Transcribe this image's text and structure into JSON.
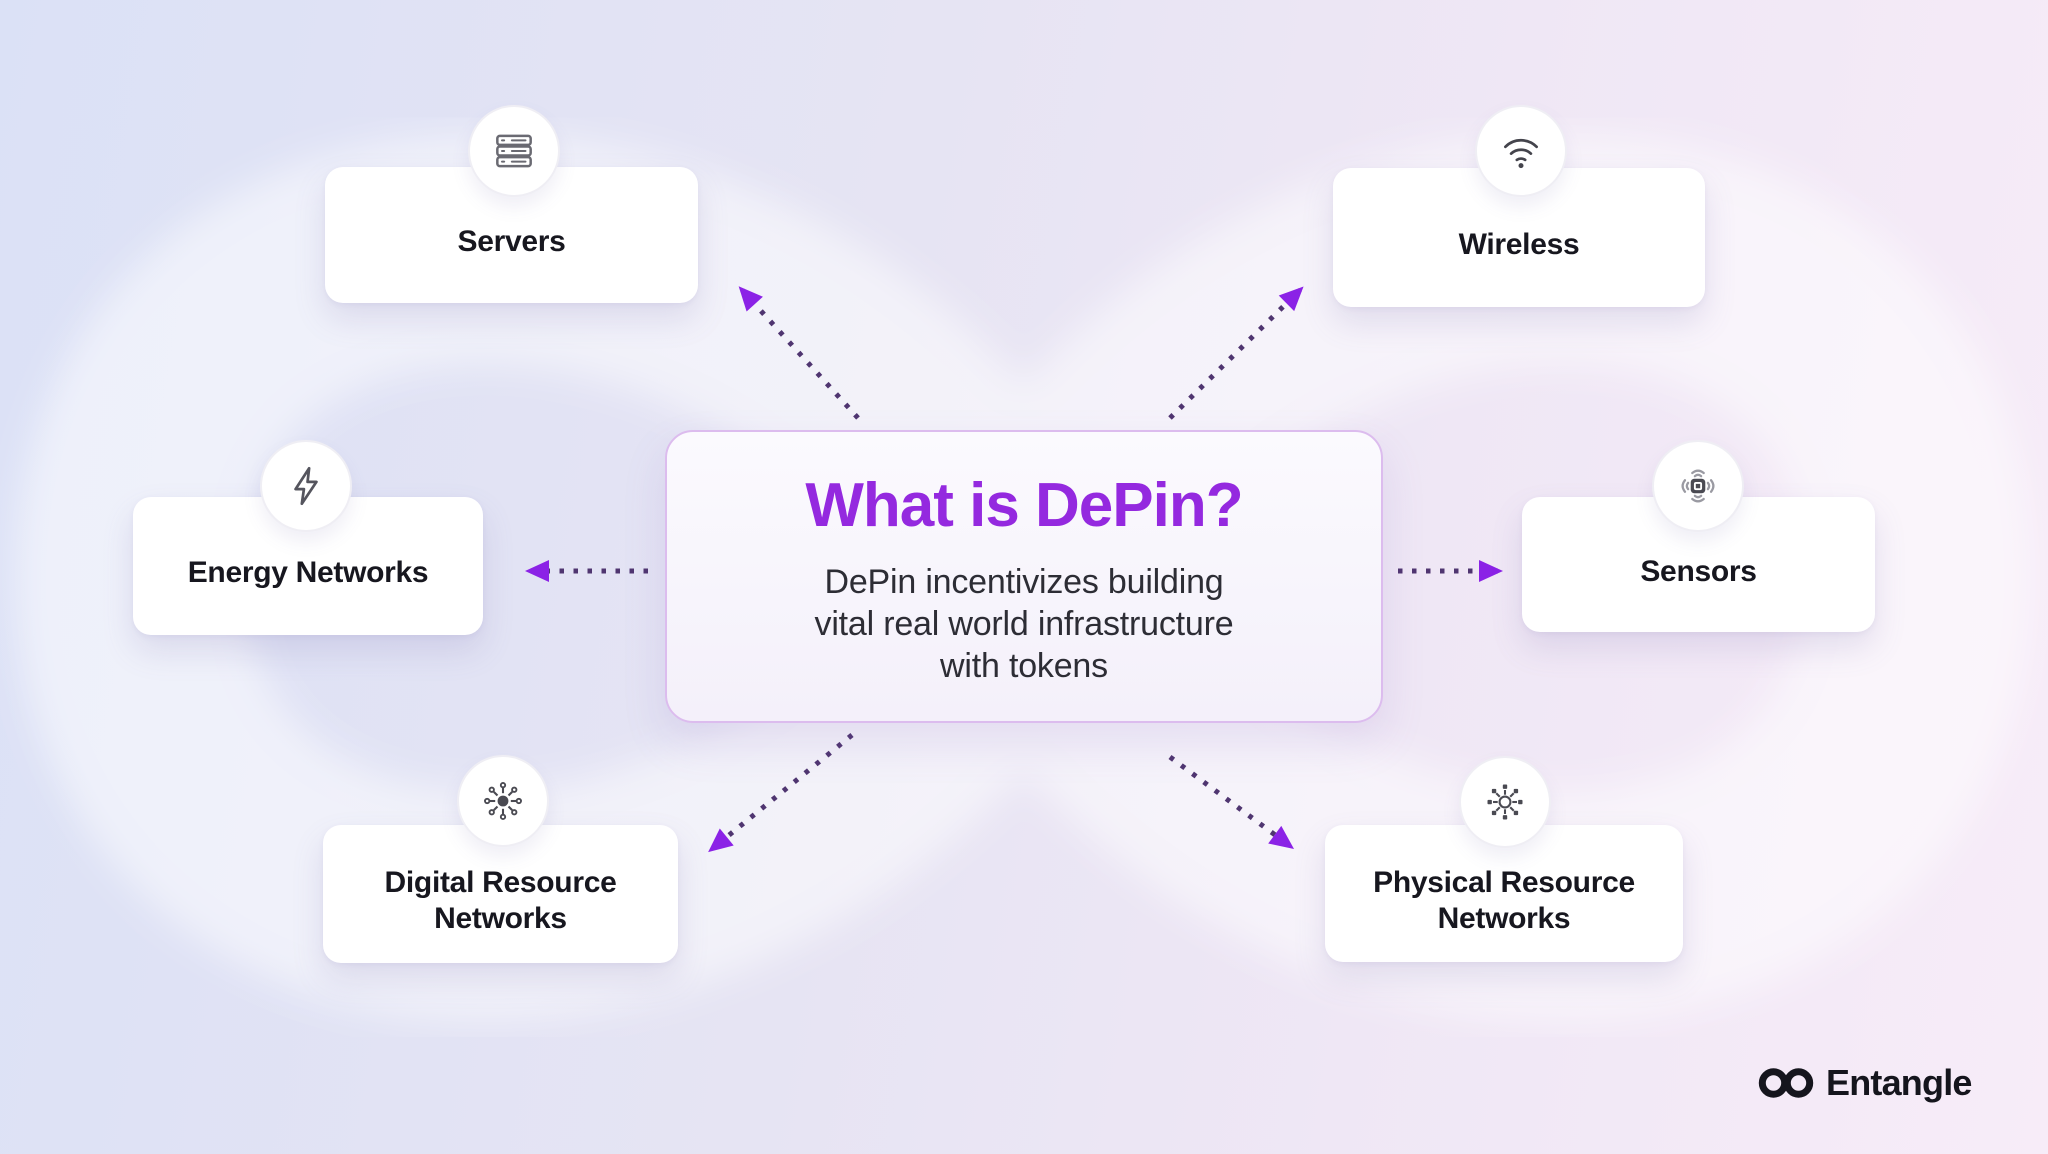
{
  "center_card": {
    "title": "What is DePin?",
    "description": "DePin incentivizes building\nvital real world infrastructure\nwith tokens",
    "title_color": "#9429df",
    "border_color": "#dcbcee"
  },
  "nodes": [
    {
      "id": "servers",
      "label": "Servers",
      "icon": "server-rack-icon",
      "position": "top-left"
    },
    {
      "id": "wireless",
      "label": "Wireless",
      "icon": "wifi-icon",
      "position": "top-right"
    },
    {
      "id": "energy-networks",
      "label": "Energy Networks",
      "icon": "lightning-bolt-icon",
      "position": "middle-left"
    },
    {
      "id": "sensors",
      "label": "Sensors",
      "icon": "sensor-chip-icon",
      "position": "middle-right"
    },
    {
      "id": "digital-resource-networks",
      "label": "Digital Resource Networks",
      "icon": "digital-hub-icon",
      "position": "bottom-left"
    },
    {
      "id": "physical-resource-networks",
      "label": "Physical Resource Networks",
      "icon": "physical-hub-icon",
      "position": "bottom-right"
    }
  ],
  "branding": {
    "logo_text": "Entangle",
    "logo_icon": "infinity-icon"
  },
  "colors": {
    "background_left": "#dbe1f6",
    "background_right": "#f7ecf8",
    "ribbon": "#ffffff",
    "arrow_dots": "#4f3570",
    "arrow_head": "#8b22e6",
    "card_background": "#ffffff",
    "label_text": "#17171f",
    "icon_stroke": "#55555e"
  }
}
